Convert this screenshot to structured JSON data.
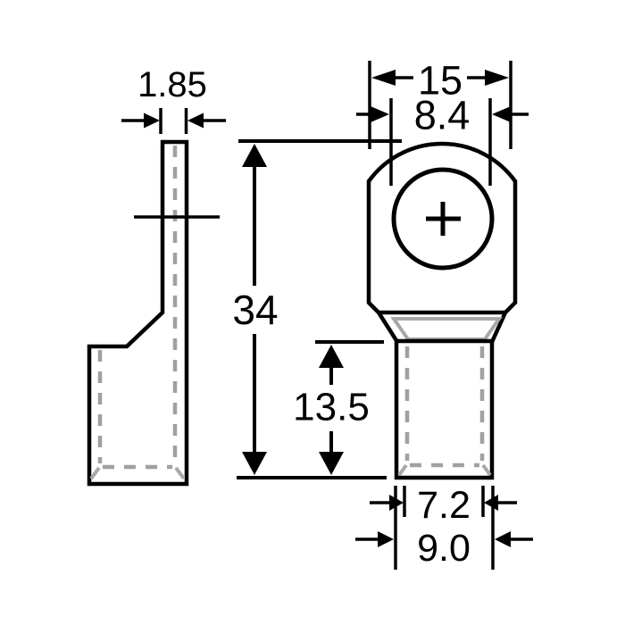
{
  "side_view": {
    "dims": {
      "thickness": "1.85"
    }
  },
  "front_view": {
    "dims": {
      "width": "15",
      "hole_diameter": "8.4",
      "length": "34",
      "barrel_length": "13.5",
      "bore_width": "7.2",
      "barrel_width": "9.0"
    }
  },
  "colors": {
    "outline": "#000000",
    "hidden_line": "#a0a0a0",
    "background": "#ffffff"
  }
}
